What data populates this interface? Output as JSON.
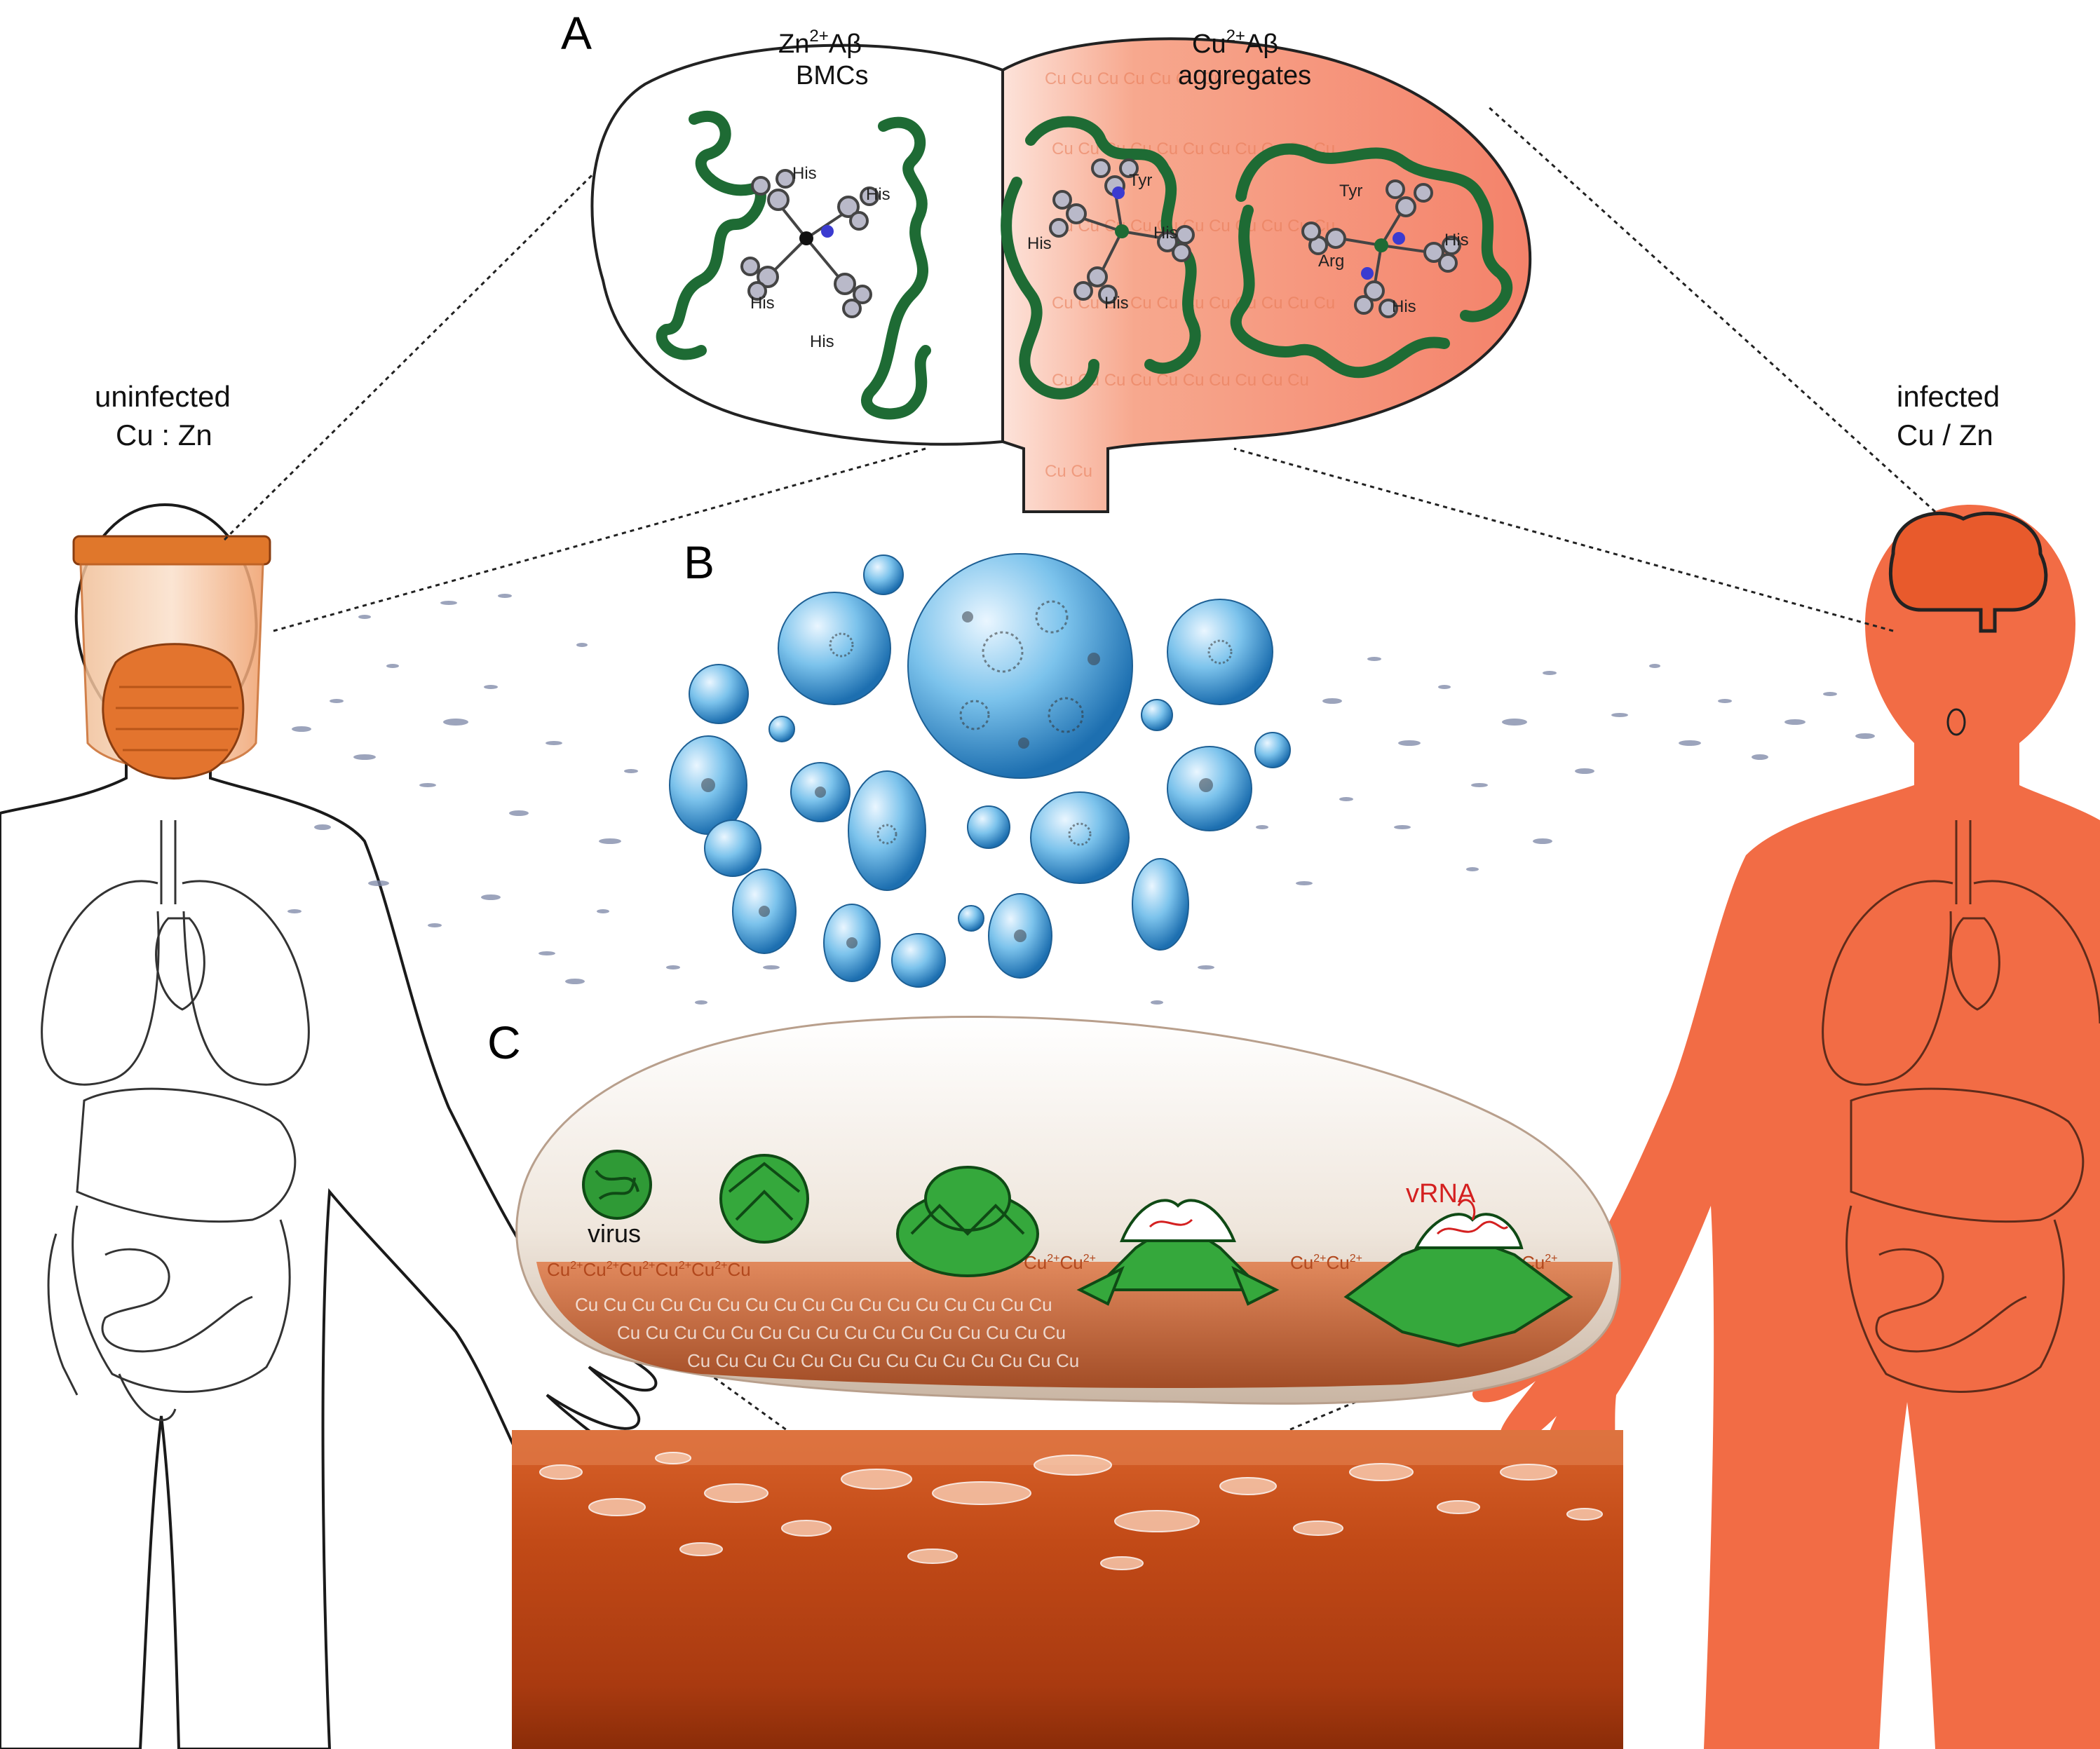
{
  "panels": {
    "a": "A",
    "b": "B",
    "c": "C"
  },
  "people": {
    "left_line1": "uninfected",
    "left_line2": "Cu : Zn",
    "right_line1": "infected",
    "right_line2": "Cu / Zn"
  },
  "brain": {
    "zn_line1": "Zn",
    "zn_sup": "2+",
    "zn_rest": "Aβ",
    "zn_line2": "BMCs",
    "cu_line1": "Cu",
    "cu_sup": "2+",
    "cu_rest": "Aβ",
    "cu_line2": "aggregates",
    "residues": {
      "zn_his1": "His",
      "zn_his2": "His",
      "zn_his3": "His",
      "zn_his4": "His",
      "cu1_tyr": "Tyr",
      "cu1_his1": "His",
      "cu1_his2": "His",
      "cu1_his3": "His",
      "cu2_tyr": "Tyr",
      "cu2_arg": "Arg",
      "cu2_his1": "His",
      "cu2_his2": "His"
    }
  },
  "droplet": {
    "virus_label": "virus",
    "vrna_label": "vRNA",
    "ion": "Cu",
    "ion_charge": "2+"
  },
  "colors": {
    "infected_body": "#f26c45",
    "brain_cu": "#f4826a",
    "protein": "#1e6b34",
    "copper_surface": "#c24a17",
    "droplet_blue": "#3a9bd5",
    "virus_green": "#2f9a36",
    "vrna_red": "#d42020"
  }
}
